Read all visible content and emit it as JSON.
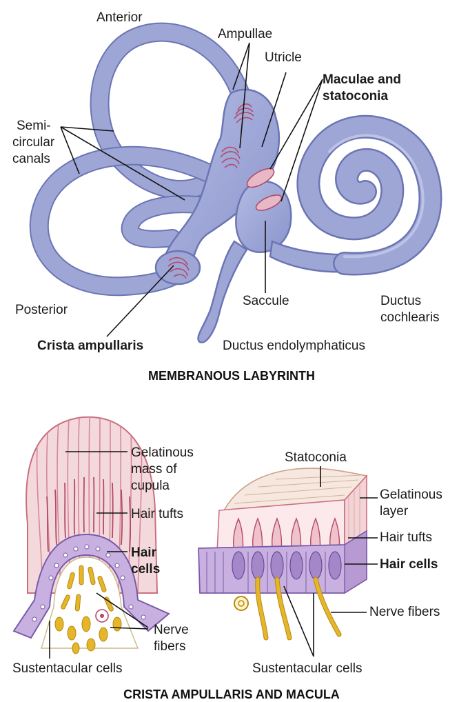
{
  "titles": {
    "top": "MEMBRANOUS LABYRINTH",
    "bottom": "CRISTA AMPULLARIS AND MACULA"
  },
  "labels": {
    "anterior": "Anterior",
    "ampullae": "Ampullae",
    "utricle": "Utricle",
    "maculae_1": "Maculae and",
    "maculae_2": "statoconia",
    "semi_1": "Semi-",
    "semi_2": "circular",
    "semi_3": "canals",
    "posterior": "Posterior",
    "saccule": "Saccule",
    "ductus_c_1": "Ductus",
    "ductus_c_2": "cochlearis",
    "crista": "Crista ampullaris",
    "ductus_endo": "Ductus endolymphaticus",
    "gel_mass_1": "Gelatinous",
    "gel_mass_2": "mass of",
    "gel_mass_3": "cupula",
    "hair_tufts_left": "Hair tufts",
    "hair_cells_left_1": "Hair",
    "hair_cells_left_2": "cells",
    "nerve_left_1": "Nerve",
    "nerve_left_2": "fibers",
    "sust_left": "Sustentacular cells",
    "statoconia": "Statoconia",
    "gel_layer_1": "Gelatinous",
    "gel_layer_2": "layer",
    "hair_tufts_right": "Hair tufts",
    "hair_cells_right": "Hair cells",
    "nerve_right": "Nerve fibers",
    "sust_right": "Sustentacular cells"
  },
  "colors": {
    "labyrinth_fill": "#9ea6d6",
    "labyrinth_stroke": "#6b75b3",
    "sensory": "#b24a6a",
    "cupula": "#f4d9dc",
    "cupula_stripe": "#c9707f",
    "epithelium": "#b79ad2",
    "nerve": "#e5b62a",
    "statoconia_layer": "#f6e7df"
  }
}
